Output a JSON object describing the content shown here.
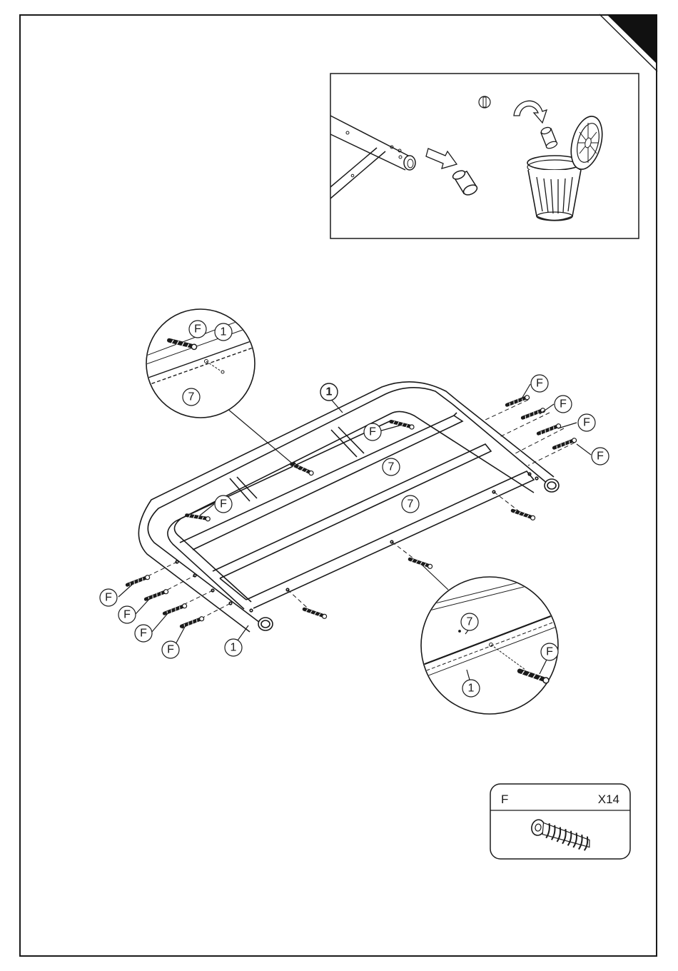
{
  "callouts": {
    "fastener": "F",
    "frame": "1",
    "slat": "7"
  },
  "parts_box": {
    "letter": "F",
    "quantity": "X14"
  },
  "colors": {
    "ink": "#1a1a1a",
    "paper": "#ffffff",
    "corner_tab": "#111111"
  },
  "icons": [
    "end-cap-icon",
    "trash-can-icon",
    "arrow-icon",
    "screw-icon",
    "corner-tab-icon"
  ]
}
